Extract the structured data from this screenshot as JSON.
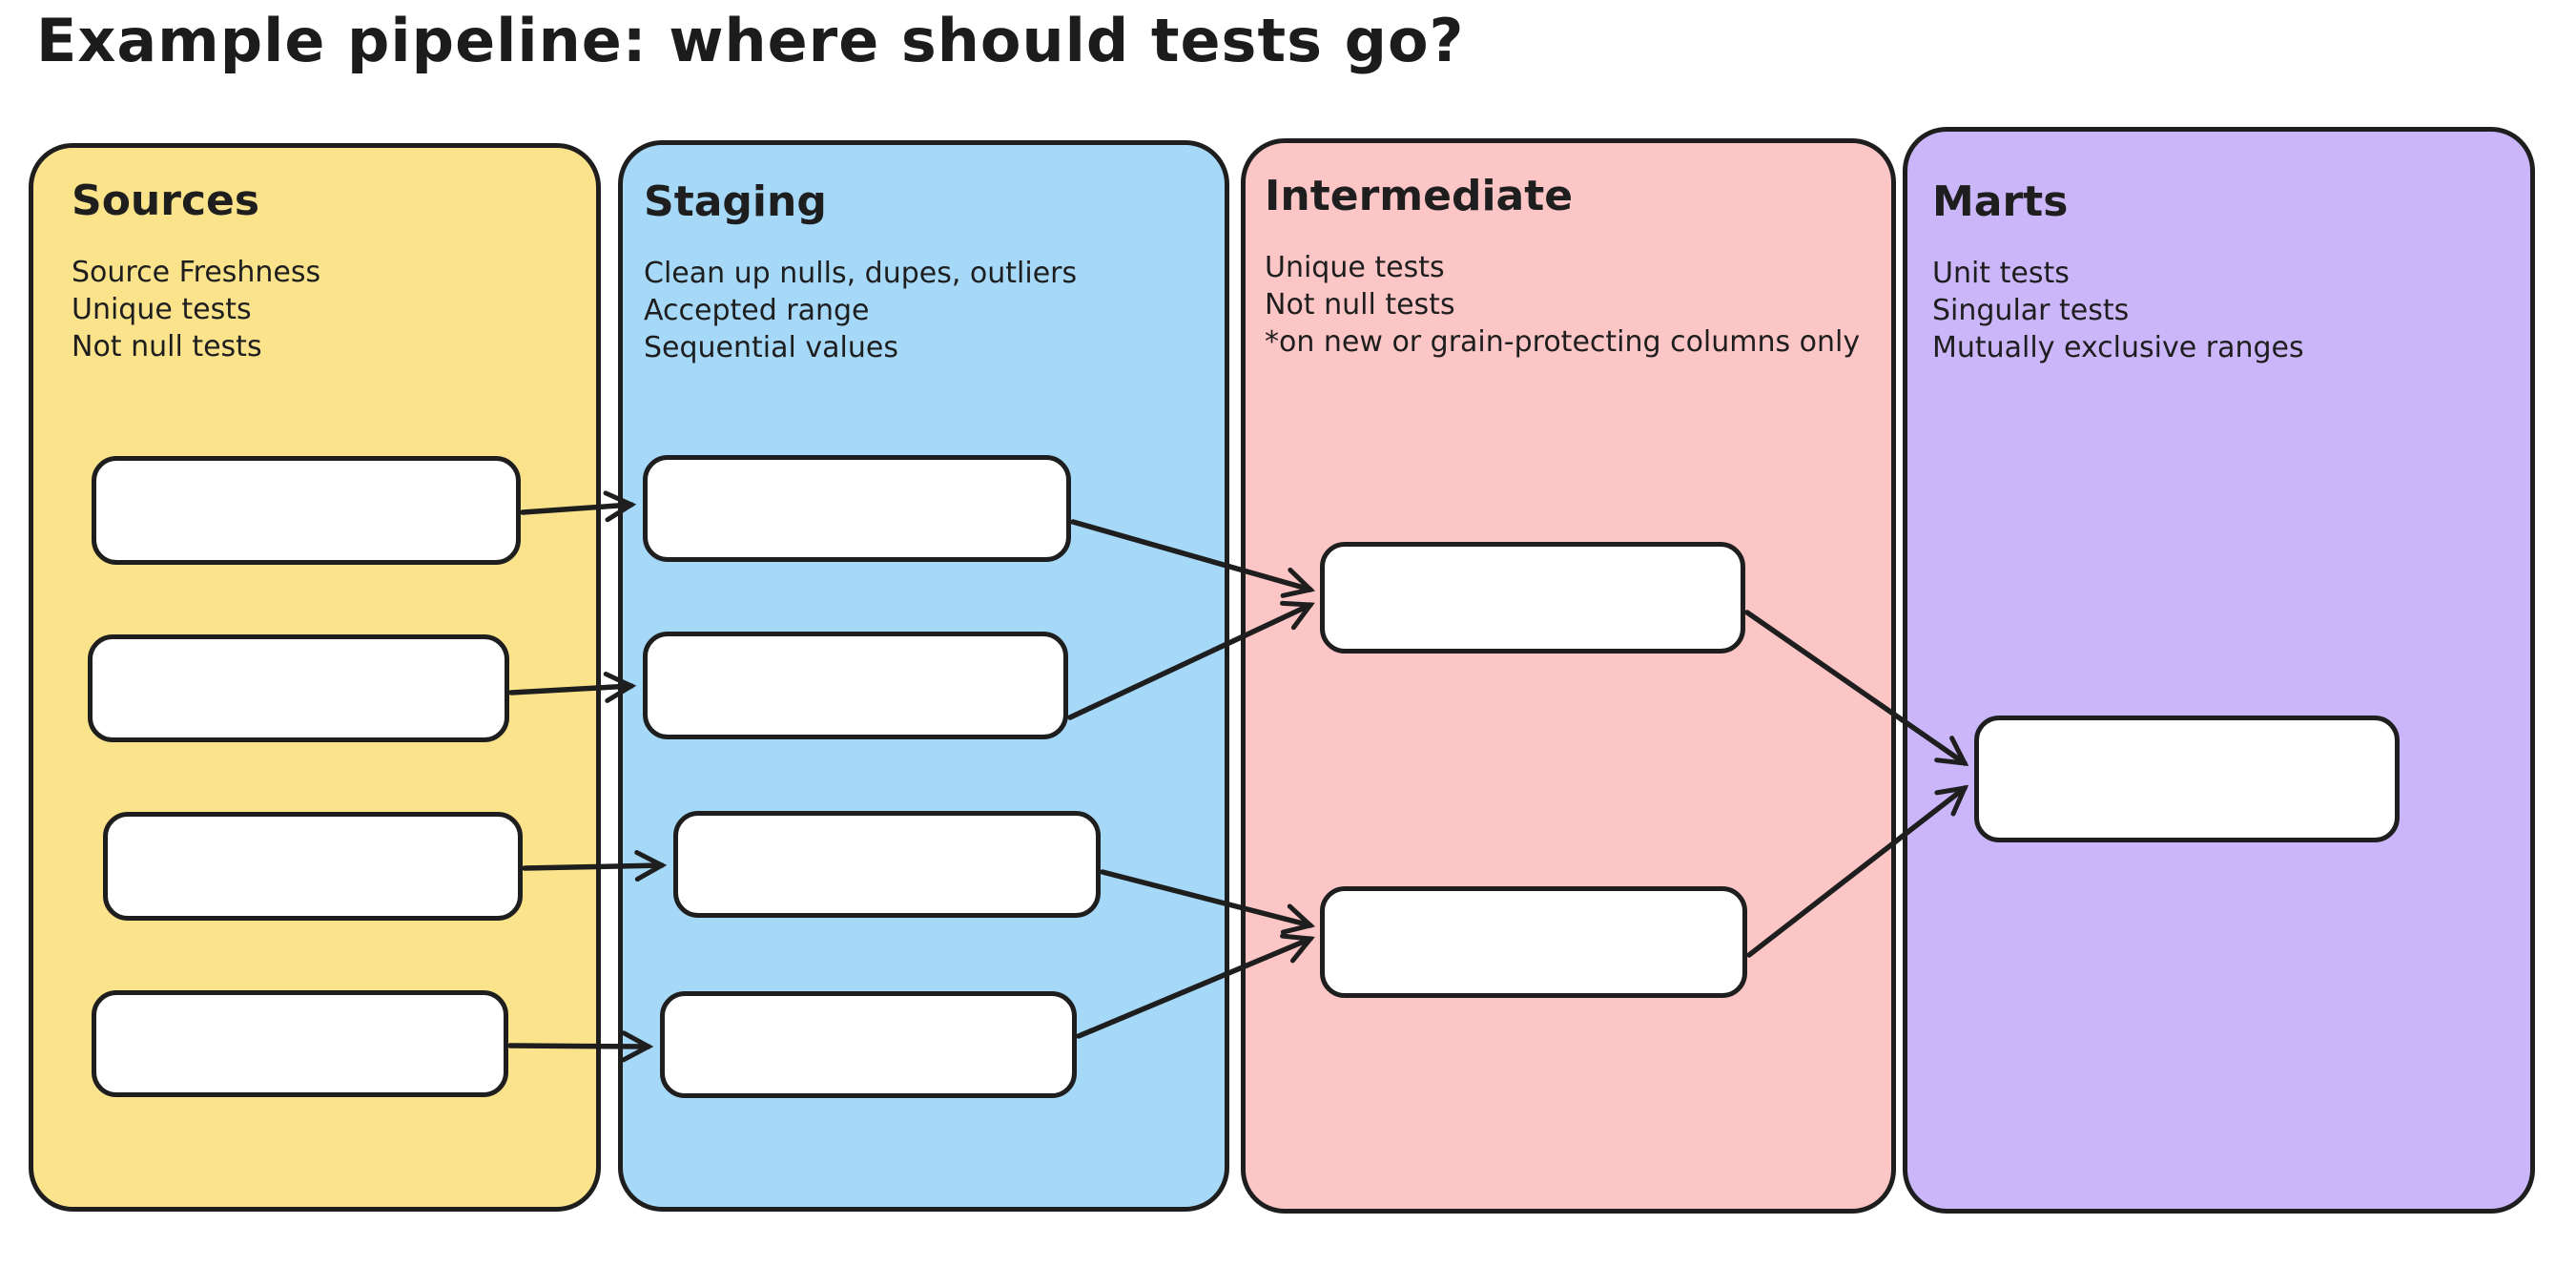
{
  "title": "Example pipeline: where should tests go?",
  "colors": {
    "stroke": "#1e1e1e",
    "node_fill": "#ffffff",
    "background": "#ffffff"
  },
  "panels": [
    {
      "label": "Sources",
      "color": "#fbe38c",
      "tests": [
        "Source Freshness",
        "Unique tests",
        "Not null tests"
      ],
      "node_count": 4
    },
    {
      "label": "Staging",
      "color": "#a6d8f8",
      "tests": [
        "Clean up nulls, dupes, outliers",
        "Accepted range",
        "Sequential values"
      ],
      "node_count": 4
    },
    {
      "label": "Intermediate",
      "color": "#fcc6c6",
      "tests": [
        "Unique tests",
        "Not null tests",
        "*on new or grain-protecting columns only"
      ],
      "node_count": 2
    },
    {
      "label": "Marts",
      "color": "#cab6f8",
      "tests": [
        "Unit tests",
        "Singular tests",
        "Mutually exclusive ranges"
      ],
      "node_count": 1
    }
  ],
  "edges": [
    {
      "from": "sources-node-1",
      "to": "staging-node-1"
    },
    {
      "from": "sources-node-2",
      "to": "staging-node-2"
    },
    {
      "from": "sources-node-3",
      "to": "staging-node-3"
    },
    {
      "from": "sources-node-4",
      "to": "staging-node-4"
    },
    {
      "from": "staging-node-1",
      "to": "intermediate-node-1"
    },
    {
      "from": "staging-node-2",
      "to": "intermediate-node-1"
    },
    {
      "from": "staging-node-3",
      "to": "intermediate-node-2"
    },
    {
      "from": "staging-node-4",
      "to": "intermediate-node-2"
    },
    {
      "from": "intermediate-node-1",
      "to": "marts-node-1"
    },
    {
      "from": "intermediate-node-2",
      "to": "marts-node-1"
    }
  ]
}
